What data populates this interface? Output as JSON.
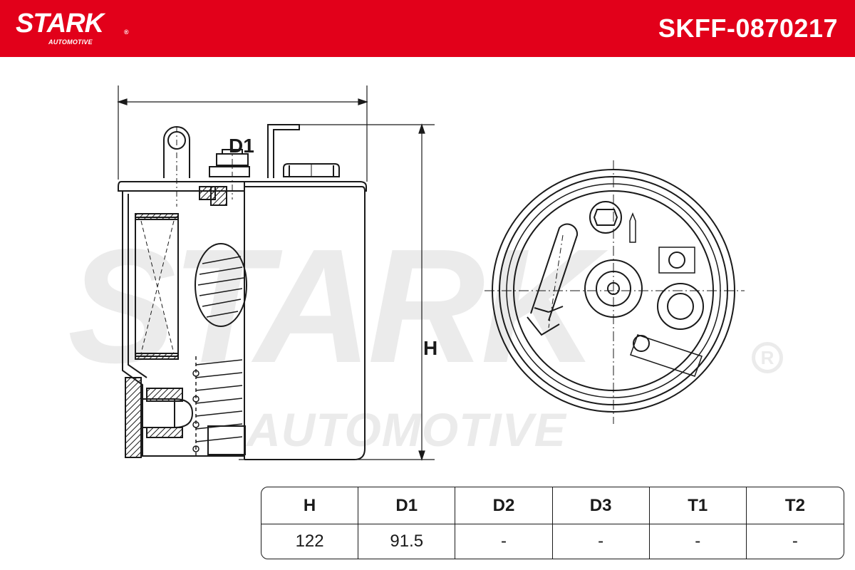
{
  "header": {
    "brand": "STARK",
    "brand_reg": "®",
    "brand_sub": "AUTOMOTIVE",
    "part_number": "SKFF-0870217",
    "bg_color": "#e2001a"
  },
  "watermark": {
    "main": "STARK",
    "sub": "AUTOMOTIVE",
    "reg": "R"
  },
  "dimensions": {
    "d1_label": "D1",
    "h_label": "H"
  },
  "spec_table": {
    "headers": [
      "H",
      "D1",
      "D2",
      "D3",
      "T1",
      "T2"
    ],
    "values": [
      "122",
      "91.5",
      "-",
      "-",
      "-",
      "-"
    ]
  }
}
